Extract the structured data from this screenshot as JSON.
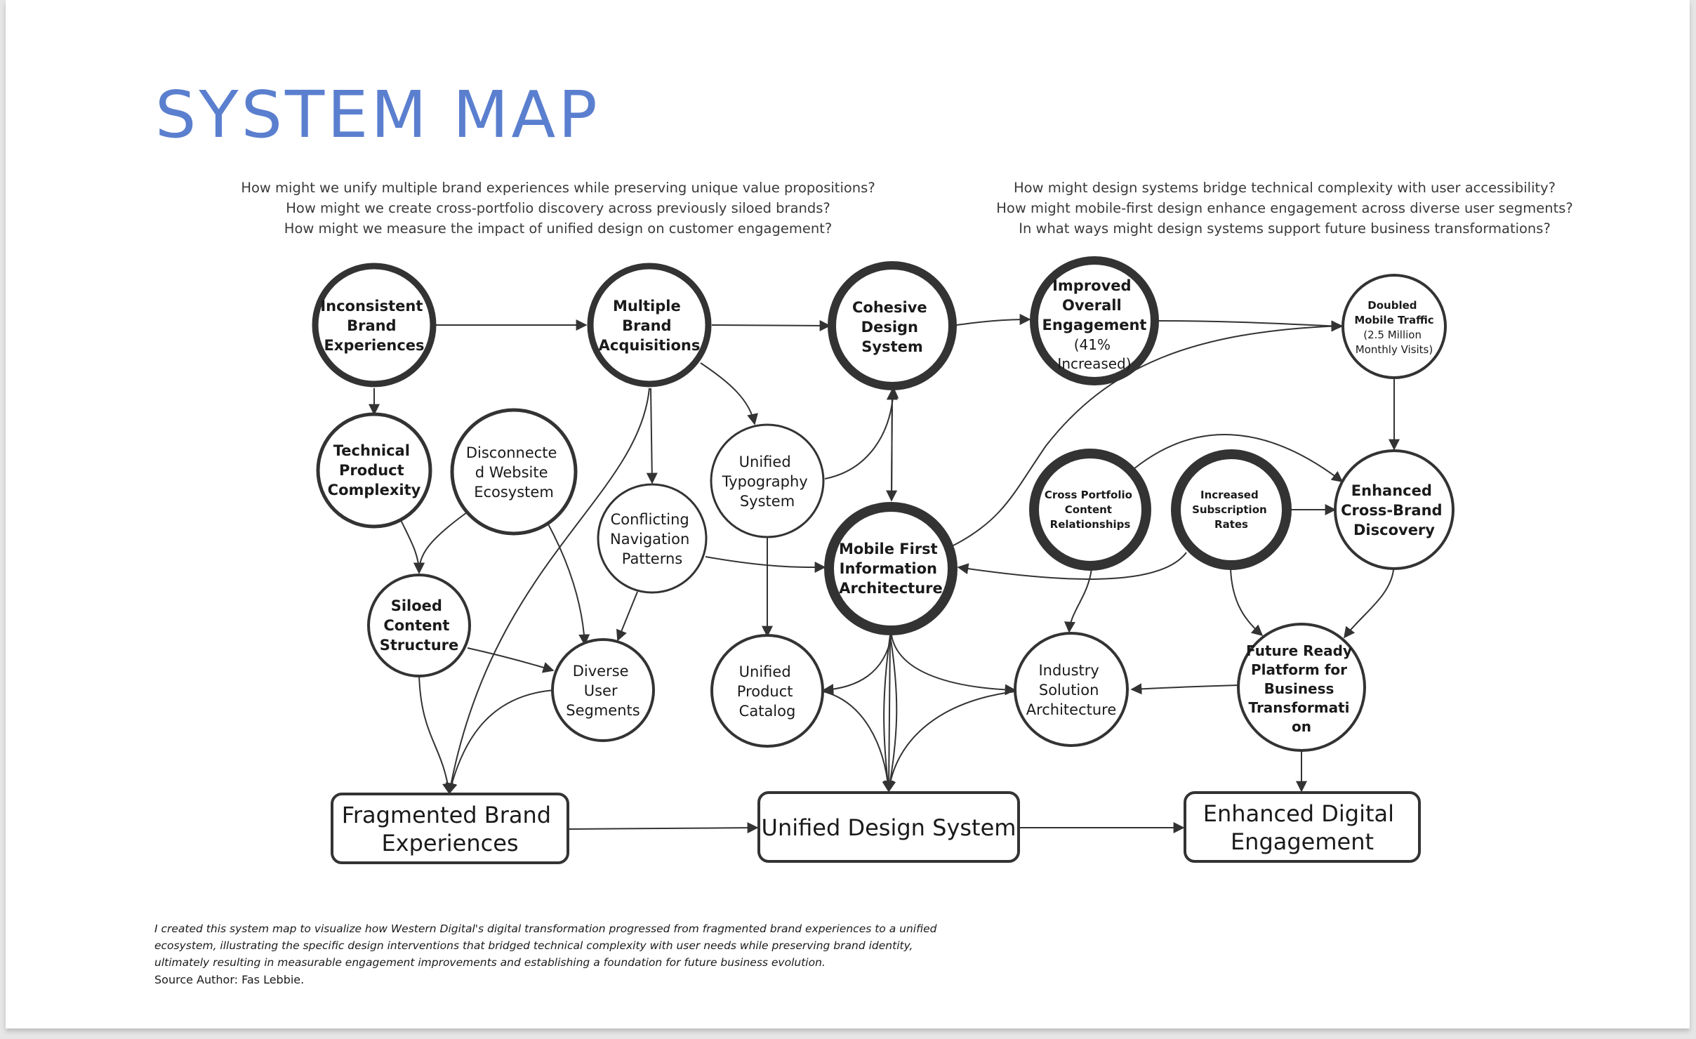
{
  "title": "SYSTEM MAP",
  "questions_left": [
    "How might we unify multiple brand experiences while preserving unique value propositions?",
    "How might we create cross-portfolio discovery across previously siloed brands?",
    "How might we measure the impact of unified design on customer engagement?"
  ],
  "questions_right": [
    "How might design systems bridge technical complexity with user accessibility?",
    "How might mobile-first design enhance engagement across diverse user segments?",
    "In what ways might design systems support future business transformations?"
  ],
  "nodes": {
    "inconsistent": [
      "Inconsistent",
      "Brand",
      "Experiences"
    ],
    "acquisitions": [
      "Multiple",
      "Brand",
      "Acquisitions"
    ],
    "cohesive": [
      "Cohesive",
      "Design",
      "System"
    ],
    "improved": [
      "Improved",
      "Overall",
      "Engagement"
    ],
    "improved_sub": [
      "(41%",
      "Increased)"
    ],
    "doubled": [
      "Doubled",
      "Mobile Traffic"
    ],
    "doubled_sub": [
      "(2.5 Million",
      "Monthly Visits)"
    ],
    "technical": [
      "Technical",
      "Product",
      "Complexity"
    ],
    "disconnected": [
      "Disconnecte",
      "d Website",
      "Ecosystem"
    ],
    "typography": [
      "Unified",
      "Typography",
      "System"
    ],
    "navigation": [
      "Conflicting",
      "Navigation",
      "Patterns"
    ],
    "mobile_first": [
      "Mobile First",
      "Information",
      "Architecture"
    ],
    "cross_portfolio": [
      "Cross Portfolio",
      "Content",
      "Relationships"
    ],
    "subscription": [
      "Increased",
      "Subscription",
      "Rates"
    ],
    "crossbrand": [
      "Enhanced",
      "Cross-Brand",
      "Discovery"
    ],
    "siloed": [
      "Siloed",
      "Content",
      "Structure"
    ],
    "diverse": [
      "Diverse",
      "User",
      "Segments"
    ],
    "catalog": [
      "Unified",
      "Product",
      "Catalog"
    ],
    "industry": [
      "Industry",
      "Solution",
      "Architecture"
    ],
    "future_ready": [
      "Future Ready",
      "Platform for",
      "Business",
      "Transformati",
      "on"
    ]
  },
  "outcomes": {
    "fragmented": [
      "Fragmented Brand",
      "Experiences"
    ],
    "unified": [
      "Unified Design System"
    ],
    "enhanced": [
      "Enhanced Digital",
      "Engagement"
    ]
  },
  "note": "I created this system map to visualize how Western Digital's digital transformation progressed from fragmented brand experiences to a unified ecosystem, illustrating the specific design interventions that bridged technical complexity with user needs while preserving brand identity, ultimately resulting in measurable engagement improvements and establishing a foundation for future business evolution.",
  "source": "Source Author: Fas Lebbie.",
  "colors": {
    "title": "#5b7fcf",
    "stroke": "#333333",
    "text": "#1a1a1a"
  }
}
